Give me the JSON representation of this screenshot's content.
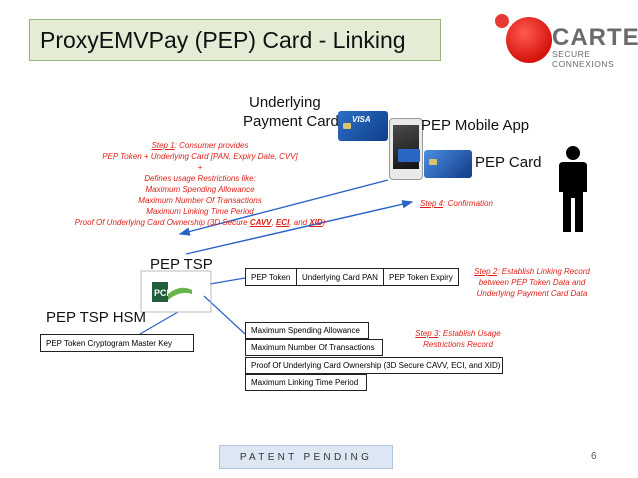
{
  "slide": {
    "title": "ProxyEMVPay (PEP) Card - Linking",
    "page_number": "6",
    "footer": "PATENT PENDING"
  },
  "logo": {
    "name": "CARTES",
    "tagline": "SECURE CONNEXIONS",
    "color": "#e53b32"
  },
  "labels": {
    "underlying_line1": "Underlying",
    "underlying_line2": "Payment Card",
    "pep_mobile_app": "PEP Mobile App",
    "pep_card": "PEP Card",
    "pep_tsp": "PEP TSP",
    "pep_tsp_hsm": "PEP TSP HSM"
  },
  "card_text": {
    "visa": "VISA"
  },
  "step1": {
    "heading": "Step 1",
    "heading_rest": ": Consumer provides",
    "lines": [
      "PEP Token + Underlying Card [PAN, Expiry Date, CVV]",
      "+",
      "Defines usage Restrictions like:",
      "Maximum Spending Allowance",
      "Maximum Number Of Transactions",
      "Maximum Linking Time Period"
    ],
    "last_line_start": "Proof Of Underlying Card Ownership (3D Secure ",
    "cavv": "CAVV",
    "sep1": ", ",
    "eci": "ECI",
    "sep2": ", and ",
    "xid": "XID",
    "end": ")"
  },
  "step2": {
    "heading": "Step 2",
    "line1_rest": ": Establish Linking Record",
    "line2": "between PEP Token Data and",
    "line3": "Underlying Payment Card Data"
  },
  "step3": {
    "heading": "Step 3",
    "line1_rest": ": Establish Usage",
    "line2": "Restrictions Record"
  },
  "step4": {
    "heading": "Step 4",
    "rest": ": Confirmation"
  },
  "linking_record": [
    "PEP Token",
    "Underlying Card PAN",
    "PEP Token Expiry"
  ],
  "restrictions": [
    "Maximum Spending Allowance",
    "Maximum Number Of Transactions",
    "Proof Of Underlying Card Ownership (3D Secure CAVV, ECI, and XID)",
    "Maximum Linking Time Period"
  ],
  "hsm_key": "PEP Token Cryptogram Master Key",
  "colors": {
    "note_red": "#e0211a",
    "arrow_blue": "#2b62c8",
    "title_bg": "#e3edd6",
    "footer_bg": "#dde7f4"
  }
}
